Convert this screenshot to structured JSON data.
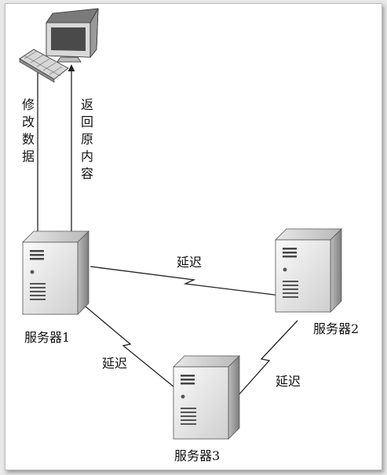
{
  "labels": {
    "modify_data": "修改数据",
    "return_original": "返回原内容",
    "server1": "服务器1",
    "server2": "服务器2",
    "server3": "服务器3",
    "delay_top": "延迟",
    "delay_left": "延迟",
    "delay_right": "延迟"
  },
  "icons": {
    "client": "computer-monitor-icon",
    "keyboard": "keyboard-icon",
    "server": "server-tower-icon"
  },
  "colors": {
    "line": "#222222",
    "server_light": "#f2f2f2",
    "server_dark": "#9a9a9a"
  }
}
